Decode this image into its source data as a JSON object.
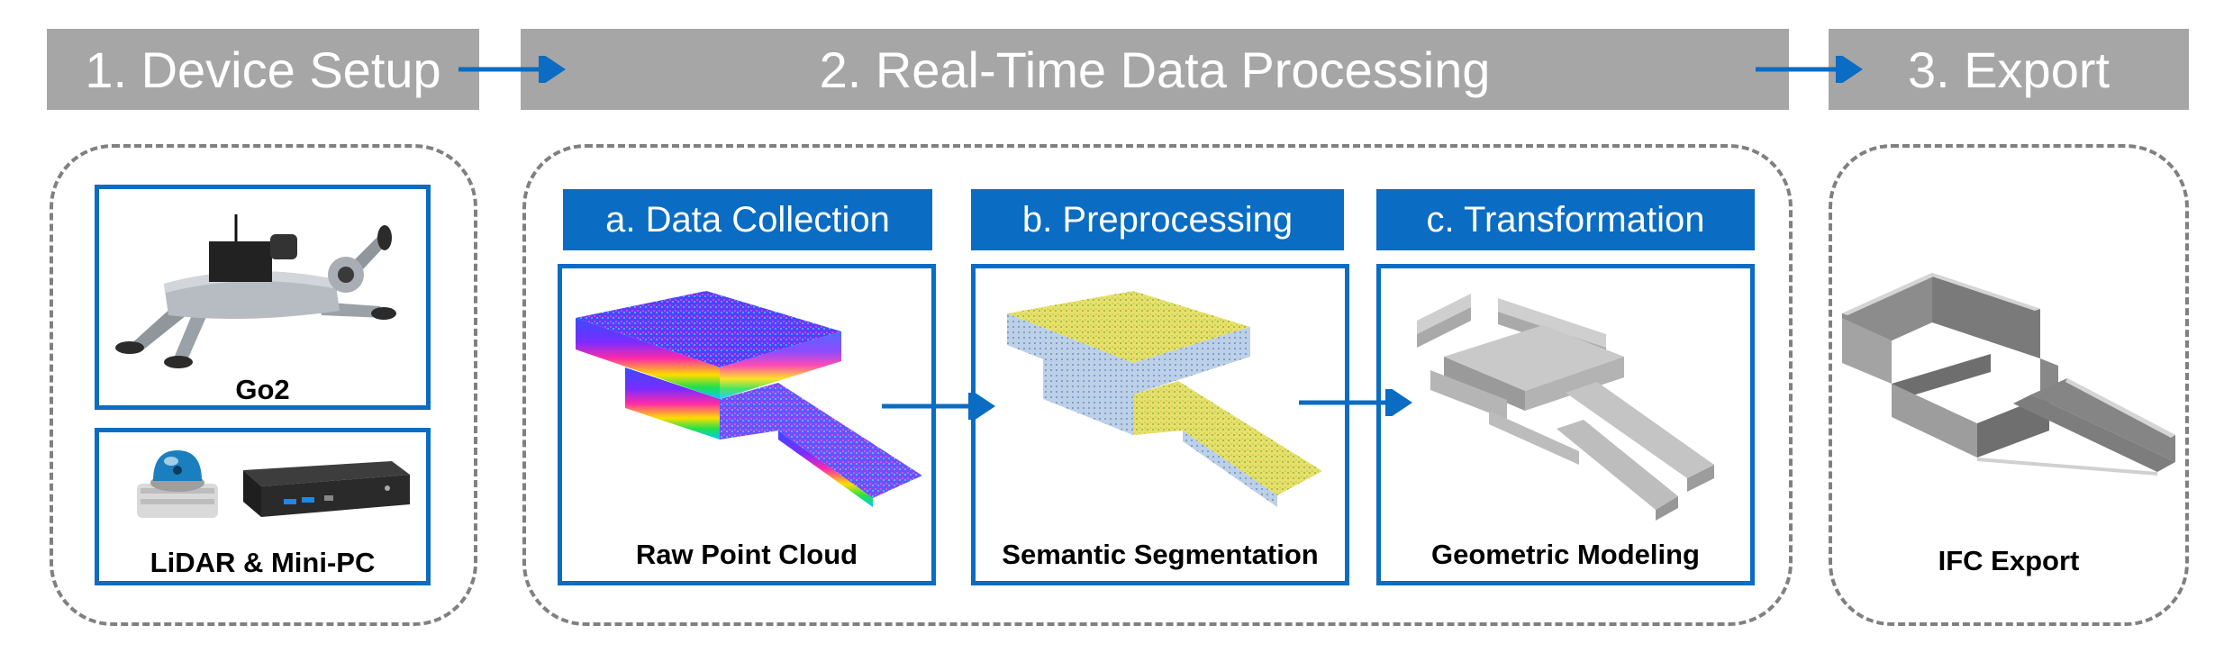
{
  "stages": {
    "device_setup": "1. Device Setup",
    "processing": "2. Real-Time Data Processing",
    "export": "3. Export"
  },
  "steps": {
    "collection": "a. Data Collection",
    "preprocessing": "b. Preprocessing",
    "transformation": "c. Transformation"
  },
  "captions": {
    "go2": "Go2",
    "lidar": "LiDAR & Mini-PC",
    "raw": "Raw Point Cloud",
    "semantic": "Semantic Segmentation",
    "geometric": "Geometric Modeling",
    "ifc": "IFC Export"
  },
  "colors": {
    "banner_gray": "#a6a6a6",
    "accent_blue": "#0a6cc2",
    "dash_gray": "#808080"
  }
}
